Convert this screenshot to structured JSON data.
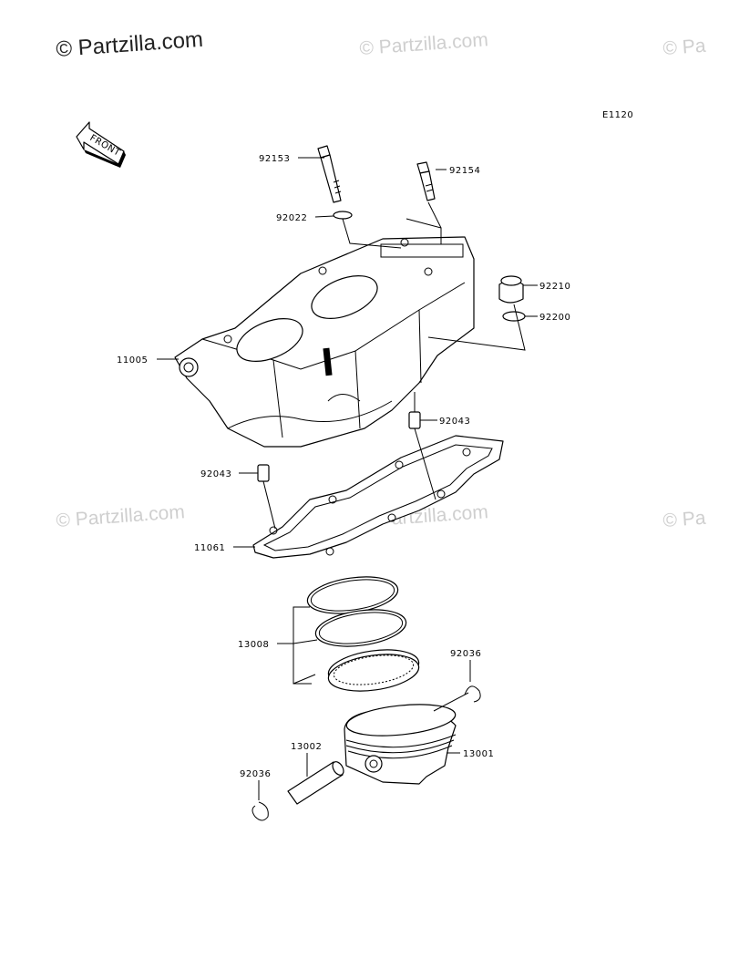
{
  "watermark": {
    "main": "© Partzilla.com",
    "faint": "© Partzilla.com",
    "faint_partial": "© Pa"
  },
  "diagram_code": "E1120",
  "front_arrow_label": "FRONT",
  "parts": {
    "p92153": "92153",
    "p92154": "92154",
    "p92022": "92022",
    "p92210": "92210",
    "p92200": "92200",
    "p11005": "11005",
    "p92043_right": "92043",
    "p92043_left": "92043",
    "p11061": "11061",
    "p13008": "13008",
    "p92036_right": "92036",
    "p13002": "13002",
    "p13001": "13001",
    "p92036_left": "92036"
  }
}
